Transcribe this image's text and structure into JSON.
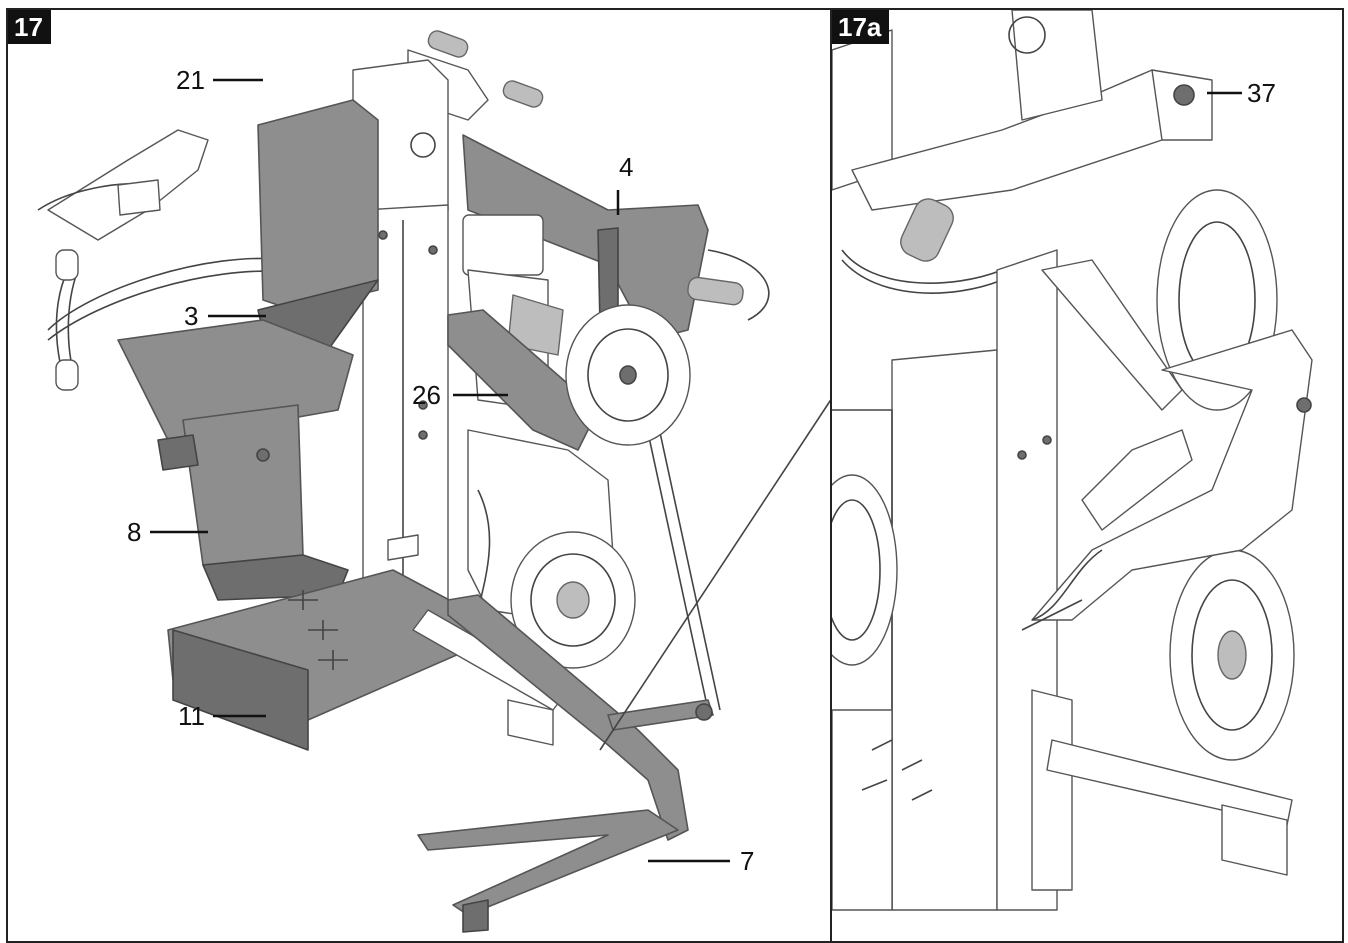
{
  "panels": [
    {
      "figure_label": "17",
      "callouts": [
        {
          "label": "21"
        },
        {
          "label": "3"
        },
        {
          "label": "4"
        },
        {
          "label": "26"
        },
        {
          "label": "8"
        },
        {
          "label": "11"
        },
        {
          "label": "7"
        }
      ]
    },
    {
      "figure_label": "17a",
      "callouts": [
        {
          "label": "37"
        }
      ]
    }
  ],
  "colors": {
    "line": "#444444",
    "metal_grey": "#8e8e8e",
    "dark_grey": "#6e6e6e",
    "light_grey": "#bdbdbd",
    "badge_bg": "#111111"
  }
}
